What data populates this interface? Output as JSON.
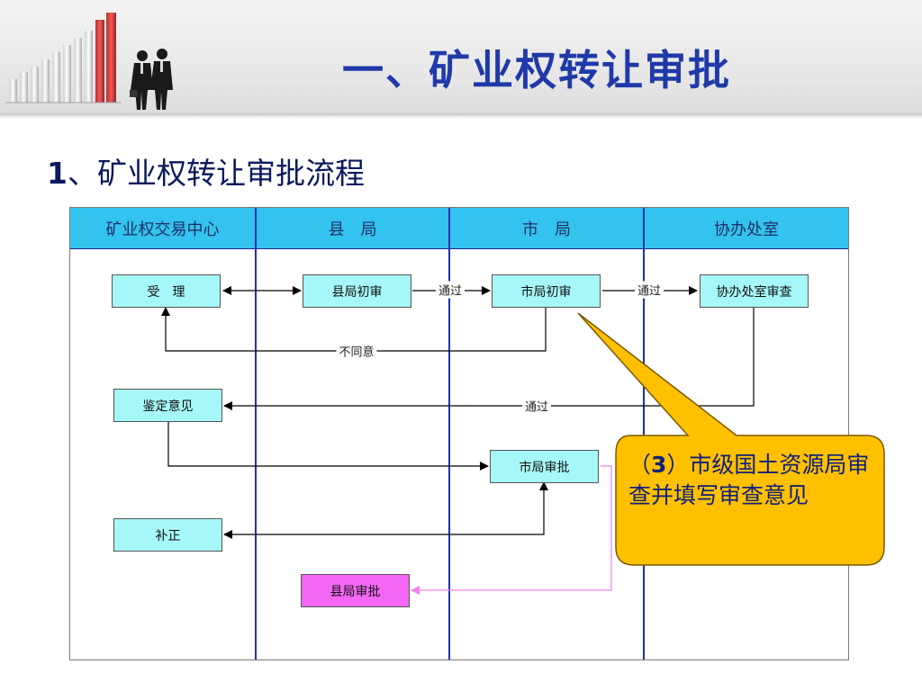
{
  "slide": {
    "title": "一、矿业权转让审批",
    "subtitle_num": "1",
    "subtitle_text": "、矿业权转让审批流程"
  },
  "lanes": [
    "矿业权交易中心",
    "县　局",
    "市　局",
    "协办处室"
  ],
  "nodes": {
    "accept": "受　理",
    "county_initial": "县局初审",
    "city_initial": "市局初审",
    "cooperate_review": "协办处室审查",
    "appraisal": "鉴定意见",
    "city_approval": "市局审批",
    "supplement": "补正",
    "county_approval": "县局审批"
  },
  "edge_labels": {
    "pass_1": "通过",
    "pass_2": "通过",
    "disagree": "不同意",
    "pass_3": "通过"
  },
  "callout": {
    "num": "3",
    "text_after_num": "）市级国土资源局审查并填写审查意见",
    "open_paren": "（",
    "fill_color": "#ffc000"
  }
}
